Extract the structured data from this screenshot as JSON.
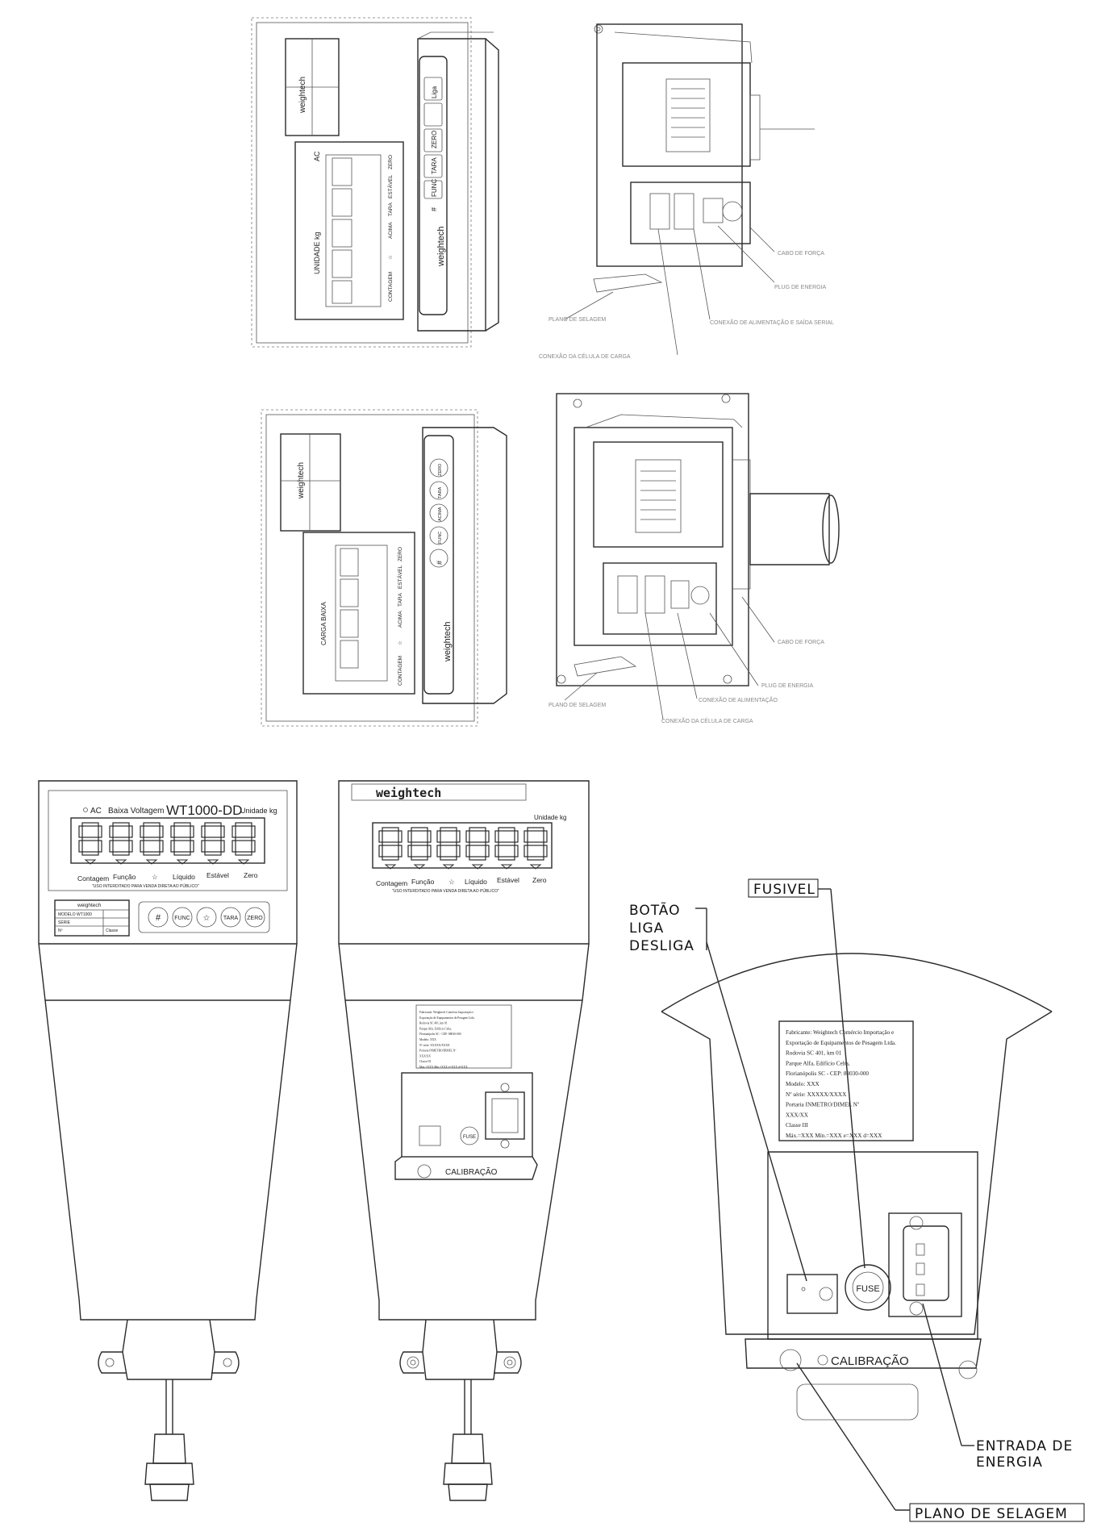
{
  "front_view": {
    "indicator_ac": "AC",
    "indicator_low_voltage": "Baixa Voltagem",
    "model": "WT1000-DD",
    "unit": "Unidade kg",
    "function_labels": [
      "Contagem",
      "Função",
      "☆",
      "Líquido",
      "Estável",
      "Zero"
    ],
    "notice": "\"USO INTERDITADO PARA VENDA DIRETA AO PÚBLICO\"",
    "brand_small": "weightech",
    "plate_rows": [
      "MODELO WT1000",
      "SÉRIE",
      "Nº"
    ],
    "plate_class": "Classe",
    "keys": [
      "#",
      "FUNC",
      "☆",
      "TARA",
      "ZERO"
    ]
  },
  "rear_view": {
    "brand": "weightech",
    "unit": "Unidade kg",
    "function_labels": [
      "Contagem",
      "Função",
      "☆",
      "Líquido",
      "Estável",
      "Zero"
    ],
    "notice": "\"USO INTERDITADO PARA VENDA DIRETA AO PÚBLICO\"",
    "fuse_label": "FUSE",
    "calibration_label": "CALIBRAÇÃO"
  },
  "detail_view": {
    "plate_lines": [
      "Fabricante: Weightech Comércio Importação e",
      "Exportação de Equipamentos de Pesagem Ltda.",
      "Rodovia SC 401, km 01",
      "Parque Alfa, Edifício Celta,",
      "Florianópolis SC - CEP: 88030-000",
      "Modelo: XXX",
      "Nº série: XXXXX/XXXX",
      "Portaria INMETRO/DIMEL Nº",
      "XXX/XX",
      "Classe III",
      "Máx.=XXX Mín.=XXX e=XXX d=XXX"
    ],
    "fuse_label": "FUSE",
    "calibration_label": "CALIBRAÇÃO"
  },
  "callouts": {
    "fusivel": "FUSIVEL",
    "botao": [
      "BOTÃO",
      "LIGA",
      "DESLIGA"
    ],
    "entrada": [
      "ENTRADA DE",
      "ENERGIA"
    ],
    "plano": "PLANO DE SELAGEM"
  },
  "top_left": {
    "brand": "weightech",
    "unit": "UNIDADE kg",
    "ac": "AC",
    "function_labels": [
      "CONTAGEM",
      "☆",
      "ACIMA",
      "TARA",
      "ESTÁVEL",
      "ZERO"
    ],
    "keys": [
      "#",
      "FUNC",
      "TARA",
      "ZERO",
      "Liga"
    ]
  },
  "top_right": {
    "labels": [
      "CABO DE FORÇA",
      "PLUG DE ENERGIA",
      "PLANO DE SELAGEM",
      "CONEXÃO DE ALIMENTAÇÃO E SAÍDA SERIAL",
      "CONEXÃO DA CÉLULA DE CARGA"
    ]
  },
  "mid_left": {
    "brand": "weightech",
    "unit": "CARGA BAIXA",
    "function_labels": [
      "CONTAGEM",
      "☆",
      "ACIMA",
      "TARA",
      "ESTÁVEL",
      "ZERO"
    ],
    "keys": [
      "#",
      "FUNC",
      "ACIMA",
      "TARA",
      "ZERO"
    ]
  },
  "mid_right": {
    "labels": [
      "CABO DE FORÇA",
      "PLUG DE ENERGIA",
      "PLANO DE SELAGEM",
      "CONEXÃO DE ALIMENTAÇÃO",
      "CONEXÃO DA CÉLULA DE CARGA"
    ]
  }
}
